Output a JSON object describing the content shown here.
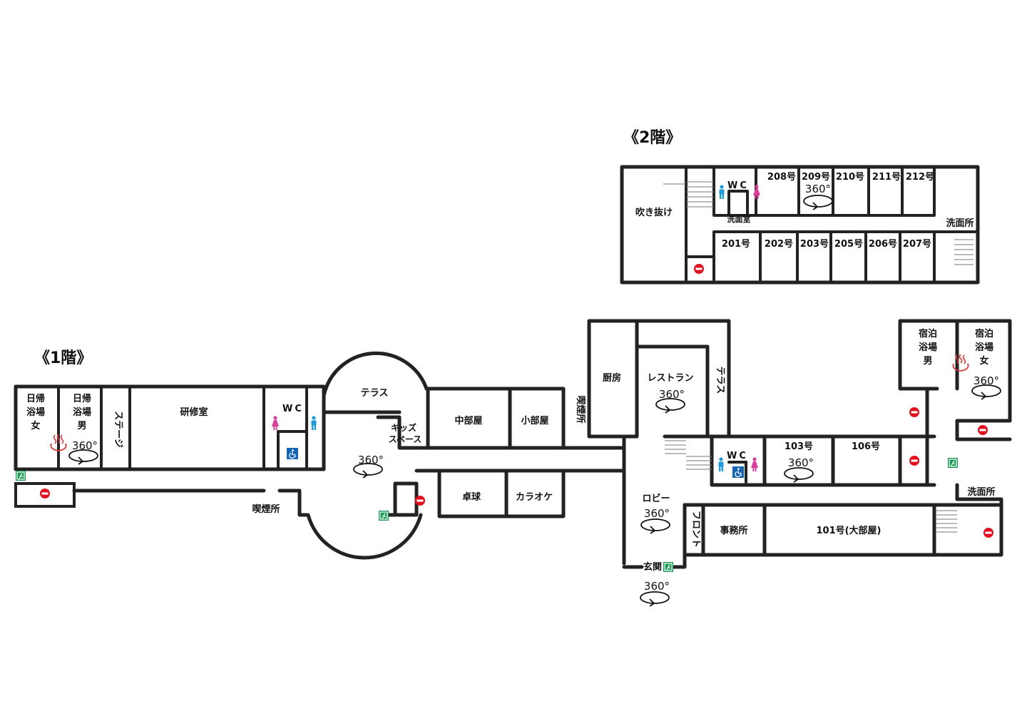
{
  "floors": {
    "first": "《1階》",
    "second": "《2階》"
  },
  "rooms2f": {
    "fukinuke": "吹き抜け",
    "wc": "WC",
    "senmenshitsu": "洗面室",
    "senmenjo": "洗面所",
    "r208": "208号",
    "r209": "209号",
    "r210": "210号",
    "r211": "211号",
    "r212": "212号",
    "r201": "201号",
    "r202": "202号",
    "r203": "203号",
    "r205": "205号",
    "r206": "206号",
    "r207": "207号"
  },
  "rooms1f": {
    "higaeri_onna": [
      "日帰",
      "浴場",
      "女"
    ],
    "higaeri_otoko": [
      "日帰",
      "浴場",
      "男"
    ],
    "stage": "ステージ",
    "kenshu": "研修室",
    "wc_west": "WC",
    "terrace_round": "テラス",
    "kids": [
      "キッズ",
      "スペース"
    ],
    "nakabeya": "中部屋",
    "kobeya": "小部屋",
    "takkyu": "卓球",
    "karaoke": "カラオケ",
    "kitsuen_west": "喫煙所",
    "kitsuen_mid": "喫煙所",
    "chubo": "厨房",
    "restaurant": "レストラン",
    "terrace_east": "テラス",
    "lobby": "ロビー",
    "front": "フロント",
    "genkan": "玄関",
    "wc_east": "WC",
    "r103": "103号",
    "r106": "106号",
    "jimusho": "事務所",
    "r101": "101号(大部屋)",
    "shukuhaku_otoko": [
      "宿泊",
      "浴場",
      "男"
    ],
    "shukuhaku_onna": [
      "宿泊",
      "浴場",
      "女"
    ],
    "senmenjo": "洗面所"
  },
  "view360": "360°",
  "icons": [
    "onsen-icon",
    "male-toilet-icon",
    "female-toilet-icon",
    "wheelchair-icon",
    "no-entry-icon",
    "emergency-exit-icon",
    "rotate-360-icon"
  ],
  "colors": {
    "male": "#1e9ad6",
    "female": "#d93c9b",
    "onsen": "#d9383a",
    "no_entry": "#e0101e",
    "exit": "#1a9a55",
    "accessible": "#1466b4",
    "wall": "#222222"
  }
}
